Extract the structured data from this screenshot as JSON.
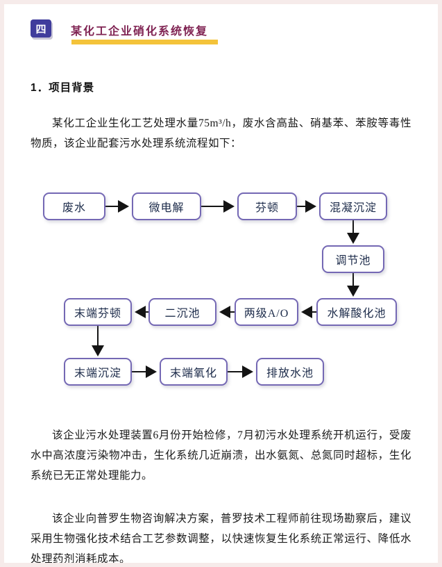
{
  "header": {
    "section_number": "四",
    "title": "某化工企业硝化系统恢复"
  },
  "section": {
    "heading": "1．项目背景"
  },
  "paragraphs": [
    "某化工企业生化工艺处理水量75m³/h，废水含高盐、硝基苯、苯胺等毒性物质，该企业配套污水处理系统流程如下：",
    "该企业污水处理装置6月份开始检修，7月初污水处理系统开机运行，受废水中高浓度污染物冲击，生化系统几近崩溃，出水氨氮、总氮同时超标，生化系统已无正常处理能力。",
    "该企业向普罗生物咨询解决方案，普罗技术工程师前往现场勘察后，建议采用生物强化技术结合工艺参数调整，以快速恢复生化系统正常运行、降低水处理药剂消耗成本。"
  ],
  "flowchart": {
    "boxes": [
      "废水",
      "微电解",
      "芬顿",
      "混凝沉淀",
      "调节池",
      "水解酸化池",
      "两级A/O",
      "二沉池",
      "末端芬顿",
      "末端沉淀",
      "末端氧化",
      "排放水池"
    ]
  },
  "colors": {
    "badge_background": "#403c9c",
    "title_text": "#802453",
    "title_highlight": "#f4c33a",
    "flow_box_border": "#7468b4",
    "flow_box_text": "#1c2b4a",
    "arrow": "#141414"
  }
}
